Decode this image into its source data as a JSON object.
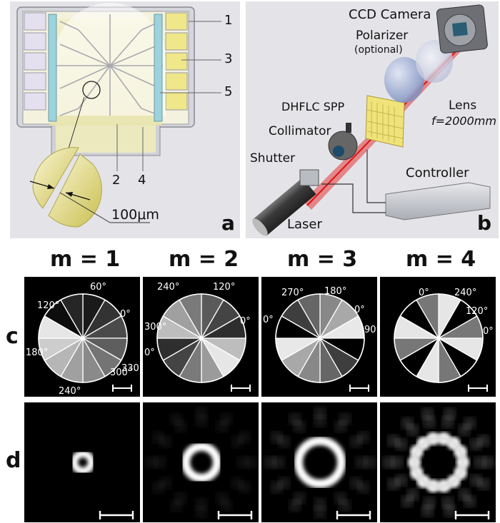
{
  "panel_a": {
    "letter": "a",
    "callouts": [
      "1",
      "3",
      "5",
      "2",
      "4"
    ],
    "scale_label": "100μm"
  },
  "panel_b": {
    "letter": "b",
    "labels": {
      "camera": "CCD Camera",
      "polarizer": "Polarizer",
      "polarizer_note": "(optional)",
      "lens": "Lens",
      "focal": "f=2000mm",
      "spp": "DHFLC SPP",
      "collimator": "Collimator",
      "shutter": "Shutter",
      "controller": "Controller",
      "laser": "Laser"
    }
  },
  "columns": [
    {
      "title": "m = 1",
      "angles": [
        "60°",
        "120°",
        "0°",
        "180°",
        "330°",
        "300°",
        "240°"
      ],
      "segments": 12,
      "ring": "small"
    },
    {
      "title": "m = 2",
      "angles": [
        "240°",
        "120°",
        "300°",
        "0°",
        "0°"
      ],
      "segments": 12,
      "ring": "medium"
    },
    {
      "title": "m = 3",
      "angles": [
        "270°",
        "180°",
        "0°",
        "90°",
        "0°"
      ],
      "segments": 12,
      "ring": "large"
    },
    {
      "title": "m = 4",
      "angles": [
        "0°",
        "240°",
        "120°",
        "0°"
      ],
      "segments": 12,
      "ring": "petals"
    }
  ],
  "row_labels": {
    "c": "c",
    "d": "d"
  }
}
